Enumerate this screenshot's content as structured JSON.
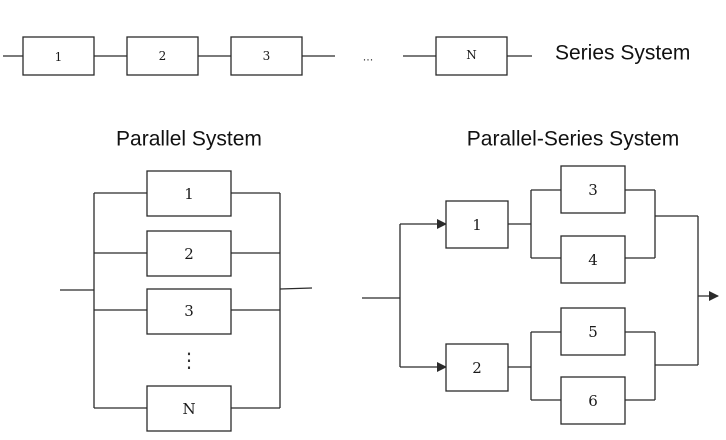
{
  "series": {
    "title": "Series System",
    "blocks": [
      "1",
      "2",
      "3",
      "N"
    ],
    "ellipsis": "..."
  },
  "parallel": {
    "title": "Parallel System",
    "blocks": [
      "1",
      "2",
      "3",
      "N"
    ],
    "ellipsis": "⋮"
  },
  "parallel_series": {
    "title": "Parallel-Series System",
    "blocks": [
      "1",
      "2",
      "3",
      "4",
      "5",
      "6"
    ]
  }
}
